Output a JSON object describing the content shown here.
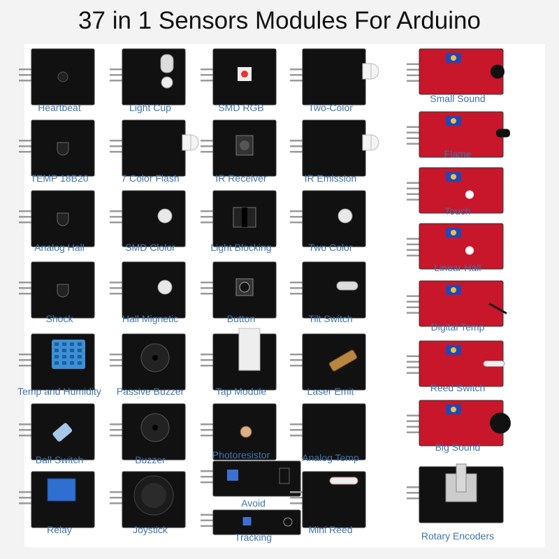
{
  "title": "37 in 1 Sensors Modules For Arduino",
  "colors": {
    "caption": "#3f74ad",
    "board_black": "#111111",
    "board_red": "#c8162a",
    "potentiometer": "#2147b8"
  },
  "modules": [
    {
      "name": "Heartbeat",
      "board": "black",
      "icon": "ir-led"
    },
    {
      "name": "Light Cup",
      "board": "black",
      "icon": "cup-led"
    },
    {
      "name": "SMD RGB",
      "board": "black",
      "icon": "rgb-led"
    },
    {
      "name": "Two-Color",
      "board": "black",
      "icon": "big-led"
    },
    {
      "name": "Small Sound",
      "board": "red",
      "icon": "pot-mic"
    },
    {
      "name": "TEMP 18B20",
      "board": "black",
      "icon": "to92"
    },
    {
      "name": "7 Color Flash",
      "board": "black",
      "icon": "big-led"
    },
    {
      "name": "IR Receiver",
      "board": "black",
      "icon": "ir-receiver"
    },
    {
      "name": "IR Emission",
      "board": "black",
      "icon": "big-led"
    },
    {
      "name": "Flame",
      "board": "red",
      "icon": "pot-flame"
    },
    {
      "name": "Analog Hall",
      "board": "black",
      "icon": "to92"
    },
    {
      "name": "SMD Clolor",
      "board": "black",
      "icon": "led"
    },
    {
      "name": "Light Blocking",
      "board": "black",
      "icon": "slot"
    },
    {
      "name": "Two Color",
      "board": "black",
      "icon": "led"
    },
    {
      "name": "Touch",
      "board": "red",
      "icon": "pot-hole"
    },
    {
      "name": "Shock",
      "board": "black",
      "icon": "to92"
    },
    {
      "name": "Hall Mignetic",
      "board": "black",
      "icon": "led"
    },
    {
      "name": "Button",
      "board": "black",
      "icon": "button"
    },
    {
      "name": "Tilt Switch",
      "board": "black",
      "icon": "tilt"
    },
    {
      "name": "Linear Hall",
      "board": "red",
      "icon": "pot-hole"
    },
    {
      "name": "Temp and Humidity",
      "board": "blue",
      "icon": "dht"
    },
    {
      "name": "Passive Buzzer",
      "board": "black",
      "icon": "buzzer"
    },
    {
      "name": "Tap Module",
      "board": "black",
      "icon": "tap"
    },
    {
      "name": "Laser Emit",
      "board": "black",
      "icon": "laser"
    },
    {
      "name": "Digital Temp",
      "board": "red",
      "icon": "pot-probe"
    },
    {
      "name": "Ball Switch",
      "board": "black",
      "icon": "ball"
    },
    {
      "name": "Buzzer",
      "board": "black",
      "icon": "buzzer"
    },
    {
      "name": "Photoresistor",
      "board": "black",
      "icon": "ldr"
    },
    {
      "name": "Analog Temp",
      "board": "black",
      "icon": "thermistor"
    },
    {
      "name": "Reed Switch",
      "board": "red",
      "icon": "pot-reed"
    },
    {
      "name": "Relay",
      "board": "black",
      "icon": "relay"
    },
    {
      "name": "Joystick",
      "board": "black",
      "icon": "joystick"
    },
    {
      "name": "Avoid",
      "board": "black",
      "icon": "avoid"
    },
    {
      "name": "Mini Reed",
      "board": "black",
      "icon": "mini-reed"
    },
    {
      "name": "Big Sound",
      "board": "red",
      "icon": "pot-bigmic"
    },
    {
      "name": "Tracking",
      "board": "black",
      "icon": "tracking"
    },
    {
      "name": "Rotary Encoders",
      "board": "black",
      "icon": "encoder"
    }
  ]
}
